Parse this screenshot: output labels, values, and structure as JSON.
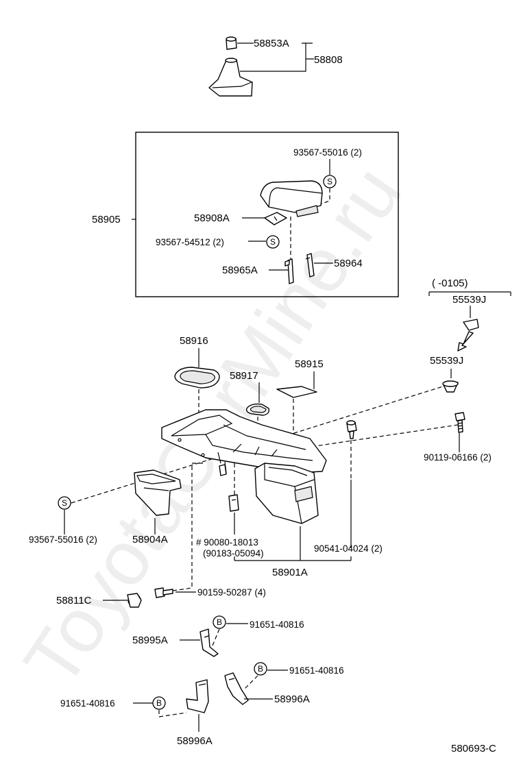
{
  "watermark": "ToyotaCarMine.ru",
  "diagram_code": "580693-C",
  "labels": {
    "p58853A": "58853A",
    "p58808": "58808",
    "p58905": "58905",
    "p93567_55016_top": "93567-55016 (2)",
    "p58908A": "58908A",
    "p93567_54512": "93567-54512 (2)",
    "p58965A": "58965A",
    "p58964": "58964",
    "date_range": "(        -0105)",
    "p55539J_top": "55539J",
    "p55539J": "55539J",
    "p58916": "58916",
    "p58917": "58917",
    "p58915": "58915",
    "p90119_06166": "90119-06166 (2)",
    "p93567_55016_left": "93567-55016 (2)",
    "p58904A": "58904A",
    "p90080_18013": "# 90080-18013",
    "p90183_05094": "(90183-05094)",
    "p90541_04024": "90541-04024 (2)",
    "p58901A": "58901A",
    "p58811C": "58811C",
    "p90159_50287": "90159-50287 (4)",
    "p91651_40816_a": "91651-40816",
    "p58995A": "58995A",
    "p91651_40816_b": "91651-40816",
    "p91651_40816_c": "91651-40816",
    "p58996A_right": "58996A",
    "p58996A_bottom": "58996A"
  },
  "symbols": {
    "s": "S",
    "b": "B"
  }
}
